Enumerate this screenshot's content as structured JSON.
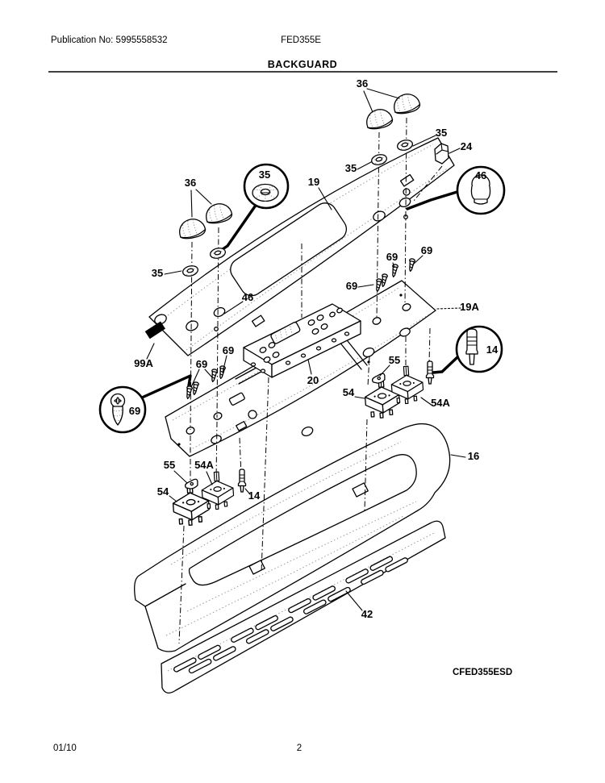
{
  "header": {
    "publication": "Publication No: 5995558532",
    "model": "FED355E",
    "title": "BACKGUARD"
  },
  "footer": {
    "date": "01/10",
    "page": "2"
  },
  "diagram": {
    "code": "CFED355ESD",
    "colors": {
      "ink": "#000000",
      "paper": "#ffffff"
    },
    "callouts": [
      {
        "text": "36"
      },
      {
        "text": "35"
      },
      {
        "text": "24"
      },
      {
        "text": "35"
      },
      {
        "text": "19"
      },
      {
        "text": "36"
      },
      {
        "text": "35"
      },
      {
        "text": "46"
      },
      {
        "text": "69"
      },
      {
        "text": "69"
      },
      {
        "text": "69"
      },
      {
        "text": "19A"
      },
      {
        "text": "99A"
      },
      {
        "text": "69"
      },
      {
        "text": "69"
      },
      {
        "text": "20"
      },
      {
        "text": "55"
      },
      {
        "text": "54"
      },
      {
        "text": "54A"
      },
      {
        "text": "16"
      },
      {
        "text": "55"
      },
      {
        "text": "54A"
      },
      {
        "text": "54"
      },
      {
        "text": "14"
      },
      {
        "text": "42"
      },
      {
        "text": "35"
      },
      {
        "text": "46"
      },
      {
        "text": "69"
      },
      {
        "text": "14"
      }
    ]
  }
}
